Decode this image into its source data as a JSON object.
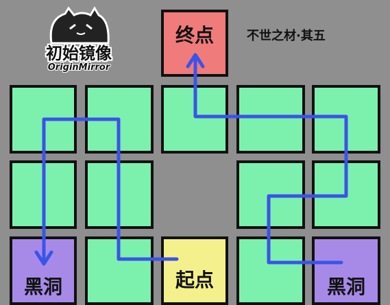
{
  "logo": {
    "title": "初始镜像",
    "subtitle": "OriginMirror"
  },
  "level_title": "不世之材·其五",
  "tiles": {
    "end": "终点",
    "start": "起点",
    "black_hole_left": "黑洞",
    "black_hole_right": "黑洞"
  },
  "colors": {
    "background": "#8f8f8f",
    "green_tile": "#7cf1ae",
    "purple_tile": "#a78ae8",
    "yellow_tile": "#f4f18d",
    "red_tile": "#f07b7b",
    "path": "#3a54e8"
  }
}
